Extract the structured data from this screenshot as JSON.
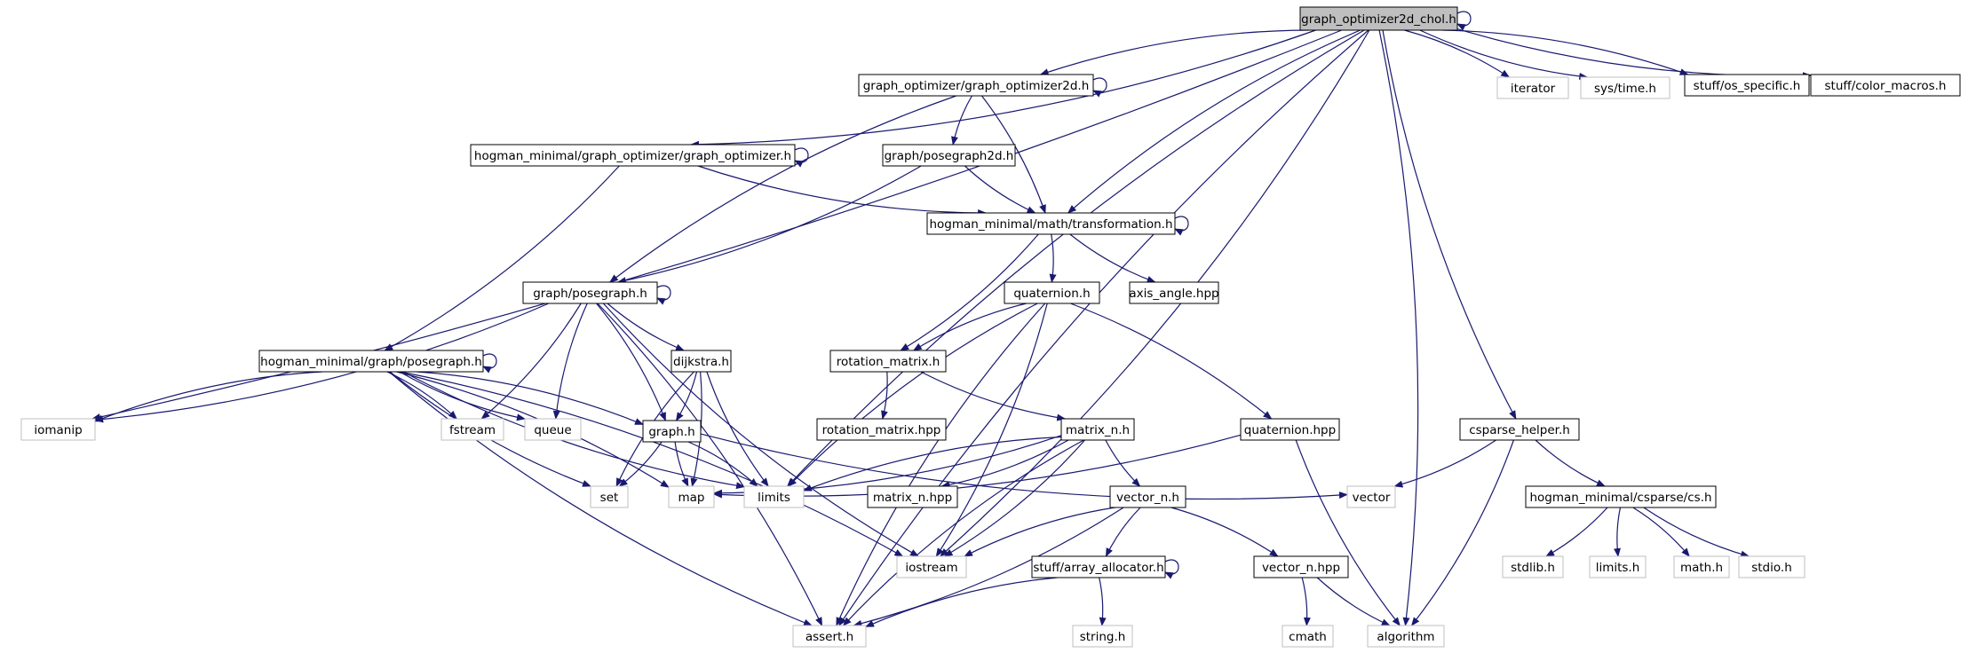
{
  "colors": {
    "edge": "#191970",
    "node_border": "#000000",
    "external_border": "#bfbfbf",
    "root_fill": "#bfbfbf",
    "text": "#000000",
    "background": "#ffffff"
  },
  "nodes": [
    {
      "id": "root",
      "label": "graph_optimizer2d_chol.h",
      "kind": "root"
    },
    {
      "id": "go2d",
      "label": "graph_optimizer/graph_optimizer2d.h",
      "kind": "internal"
    },
    {
      "id": "hmgo",
      "label": "hogman_minimal/graph_optimizer/graph_optimizer.h",
      "kind": "internal"
    },
    {
      "id": "pg2d",
      "label": "graph/posegraph2d.h",
      "kind": "internal"
    },
    {
      "id": "transf",
      "label": "hogman_minimal/math/transformation.h",
      "kind": "internal"
    },
    {
      "id": "pg",
      "label": "graph/posegraph.h",
      "kind": "internal"
    },
    {
      "id": "quat",
      "label": "quaternion.h",
      "kind": "internal"
    },
    {
      "id": "axis",
      "label": "axis_angle.hpp",
      "kind": "internal"
    },
    {
      "id": "hmpg",
      "label": "hogman_minimal/graph/posegraph.h",
      "kind": "internal"
    },
    {
      "id": "dijk",
      "label": "dijkstra.h",
      "kind": "internal"
    },
    {
      "id": "rotm",
      "label": "rotation_matrix.h",
      "kind": "internal"
    },
    {
      "id": "rotmhpp",
      "label": "rotation_matrix.hpp",
      "kind": "internal"
    },
    {
      "id": "matn",
      "label": "matrix_n.h",
      "kind": "internal"
    },
    {
      "id": "quathpp",
      "label": "quaternion.hpp",
      "kind": "internal"
    },
    {
      "id": "csph",
      "label": "csparse_helper.h",
      "kind": "internal"
    },
    {
      "id": "graphh",
      "label": "graph.h",
      "kind": "internal"
    },
    {
      "id": "matnhpp",
      "label": "matrix_n.hpp",
      "kind": "internal"
    },
    {
      "id": "vecn",
      "label": "vector_n.h",
      "kind": "internal"
    },
    {
      "id": "cs",
      "label": "hogman_minimal/csparse/cs.h",
      "kind": "internal"
    },
    {
      "id": "arralloc",
      "label": "stuff/array_allocator.h",
      "kind": "internal"
    },
    {
      "id": "vecnhpp",
      "label": "vector_n.hpp",
      "kind": "internal"
    },
    {
      "id": "ossp",
      "label": "stuff/os_specific.h",
      "kind": "internal"
    },
    {
      "id": "colm",
      "label": "stuff/color_macros.h",
      "kind": "internal"
    },
    {
      "id": "iterator",
      "label": "iterator",
      "kind": "external"
    },
    {
      "id": "systime",
      "label": "sys/time.h",
      "kind": "external"
    },
    {
      "id": "iomanip",
      "label": "iomanip",
      "kind": "external"
    },
    {
      "id": "fstream",
      "label": "fstream",
      "kind": "external"
    },
    {
      "id": "queue",
      "label": "queue",
      "kind": "external"
    },
    {
      "id": "set",
      "label": "set",
      "kind": "external"
    },
    {
      "id": "map",
      "label": "map",
      "kind": "external"
    },
    {
      "id": "limits",
      "label": "limits",
      "kind": "external"
    },
    {
      "id": "vector",
      "label": "vector",
      "kind": "external"
    },
    {
      "id": "iostream",
      "label": "iostream",
      "kind": "external"
    },
    {
      "id": "asserth",
      "label": "assert.h",
      "kind": "external"
    },
    {
      "id": "stringh",
      "label": "string.h",
      "kind": "external"
    },
    {
      "id": "cmath",
      "label": "cmath",
      "kind": "external"
    },
    {
      "id": "algorithm",
      "label": "algorithm",
      "kind": "external"
    },
    {
      "id": "stdlibh",
      "label": "stdlib.h",
      "kind": "external"
    },
    {
      "id": "limitsh",
      "label": "limits.h",
      "kind": "external"
    },
    {
      "id": "mathh",
      "label": "math.h",
      "kind": "external"
    },
    {
      "id": "stdioh",
      "label": "stdio.h",
      "kind": "external"
    }
  ],
  "edges": [
    [
      "root",
      "root"
    ],
    [
      "root",
      "go2d"
    ],
    [
      "root",
      "hmgo"
    ],
    [
      "root",
      "transf"
    ],
    [
      "root",
      "iomanip"
    ],
    [
      "root",
      "asserth"
    ],
    [
      "root",
      "iostream"
    ],
    [
      "root",
      "limits"
    ],
    [
      "root",
      "algorithm"
    ],
    [
      "root",
      "csph"
    ],
    [
      "root",
      "iterator"
    ],
    [
      "root",
      "systime"
    ],
    [
      "root",
      "ossp"
    ],
    [
      "root",
      "colm"
    ],
    [
      "go2d",
      "go2d"
    ],
    [
      "go2d",
      "pg2d"
    ],
    [
      "go2d",
      "transf"
    ],
    [
      "go2d",
      "pg"
    ],
    [
      "hmgo",
      "hmgo"
    ],
    [
      "hmgo",
      "transf"
    ],
    [
      "hmgo",
      "hmpg"
    ],
    [
      "pg2d",
      "transf"
    ],
    [
      "pg2d",
      "pg"
    ],
    [
      "transf",
      "transf"
    ],
    [
      "transf",
      "quat"
    ],
    [
      "transf",
      "axis"
    ],
    [
      "transf",
      "rotm"
    ],
    [
      "pg",
      "pg"
    ],
    [
      "pg",
      "iomanip"
    ],
    [
      "pg",
      "dijk"
    ],
    [
      "pg",
      "fstream"
    ],
    [
      "pg",
      "queue"
    ],
    [
      "pg",
      "graphh"
    ],
    [
      "pg",
      "iostream"
    ],
    [
      "pg",
      "asserth"
    ],
    [
      "quat",
      "rotm"
    ],
    [
      "quat",
      "quathpp"
    ],
    [
      "quat",
      "limits"
    ],
    [
      "quat",
      "iostream"
    ],
    [
      "quat",
      "asserth"
    ],
    [
      "hmpg",
      "hmpg"
    ],
    [
      "hmpg",
      "iomanip"
    ],
    [
      "hmpg",
      "fstream"
    ],
    [
      "hmpg",
      "queue"
    ],
    [
      "hmpg",
      "graphh"
    ],
    [
      "hmpg",
      "set"
    ],
    [
      "hmpg",
      "map"
    ],
    [
      "hmpg",
      "limits"
    ],
    [
      "hmpg",
      "iostream"
    ],
    [
      "hmpg",
      "asserth"
    ],
    [
      "dijk",
      "graphh"
    ],
    [
      "dijk",
      "set"
    ],
    [
      "dijk",
      "map"
    ],
    [
      "dijk",
      "limits"
    ],
    [
      "rotm",
      "rotmhpp"
    ],
    [
      "rotm",
      "matn"
    ],
    [
      "matn",
      "matnhpp"
    ],
    [
      "matn",
      "vecn"
    ],
    [
      "matn",
      "map"
    ],
    [
      "matn",
      "limits"
    ],
    [
      "matn",
      "iostream"
    ],
    [
      "matn",
      "asserth"
    ],
    [
      "quathpp",
      "map"
    ],
    [
      "quathpp",
      "algorithm"
    ],
    [
      "graphh",
      "set"
    ],
    [
      "graphh",
      "map"
    ],
    [
      "graphh",
      "limits"
    ],
    [
      "graphh",
      "vector"
    ],
    [
      "csph",
      "vector"
    ],
    [
      "csph",
      "cs"
    ],
    [
      "csph",
      "algorithm"
    ],
    [
      "vecn",
      "arralloc"
    ],
    [
      "vecn",
      "vecnhpp"
    ],
    [
      "vecn",
      "iostream"
    ],
    [
      "vecn",
      "asserth"
    ],
    [
      "arralloc",
      "arralloc"
    ],
    [
      "arralloc",
      "stringh"
    ],
    [
      "arralloc",
      "asserth"
    ],
    [
      "vecnhpp",
      "cmath"
    ],
    [
      "vecnhpp",
      "algorithm"
    ],
    [
      "cs",
      "stdlibh"
    ],
    [
      "cs",
      "limitsh"
    ],
    [
      "cs",
      "mathh"
    ],
    [
      "cs",
      "stdioh"
    ]
  ]
}
